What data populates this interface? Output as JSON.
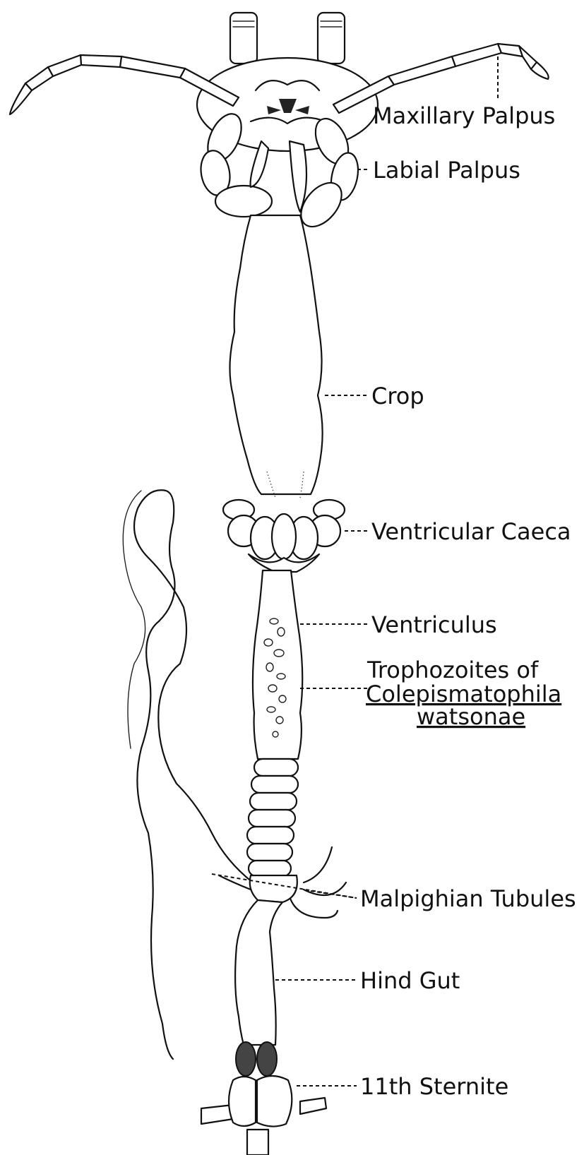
{
  "labels": {
    "maxillary_palpus": "Maxillary Palpus",
    "labial_palpus": "Labial Palpus",
    "crop": "Crop",
    "ventricular_caeca": "Ventricular Caeca",
    "ventriculus": "Ventriculus",
    "trophozoites_line1": "Trophozoites of",
    "trophozoites_line2": "Colepismatophila",
    "trophozoites_line3": "watsonae",
    "malpighian_tubules": "Malpighian Tubules",
    "hind_gut": "Hind Gut",
    "sternite": "11th Sternite"
  }
}
